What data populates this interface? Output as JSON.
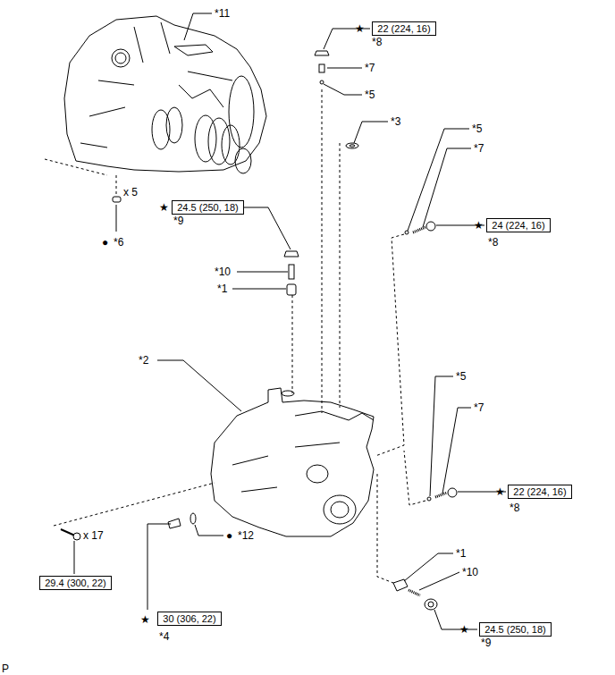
{
  "diagram": {
    "nodes": [
      {
        "text": [
          "22 (224, 16)"
        ]
      },
      {
        "text": [
          "24.5 (250, 18)"
        ]
      },
      {
        "text": [
          "24 (224, 16)"
        ]
      },
      {
        "text": [
          "22 (224, 16)"
        ]
      },
      {
        "text": [
          "29.4 (300, 22)"
        ]
      },
      {
        "text": [
          "30 (306, 22)"
        ]
      },
      {
        "text": [
          "24.5 (250, 18)"
        ]
      }
    ],
    "edges": [],
    "labels": [
      "*11",
      "★",
      "*8",
      "*7",
      "*5",
      "*3",
      "*5",
      "*7",
      "x 5",
      "★",
      "*9",
      "★",
      "*8",
      "●",
      "*6",
      "*10",
      "*1",
      "*2",
      "*5",
      "*7",
      "★",
      "*8",
      "x 17",
      "●",
      "*12",
      "*1",
      "*10",
      "★",
      "*4",
      "★",
      "*9",
      "P"
    ]
  }
}
